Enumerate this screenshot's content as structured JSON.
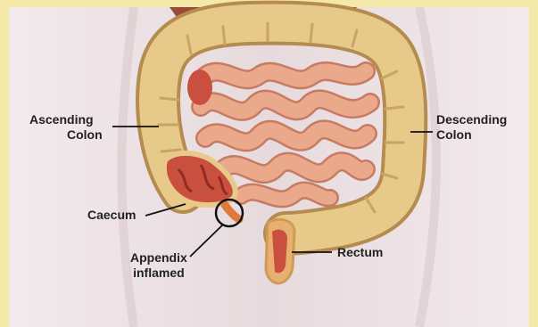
{
  "labels": {
    "ascending_colon": [
      "Ascending",
      "Colon"
    ],
    "descending_colon": [
      "Descending",
      "Colon"
    ],
    "caecum": "Caecum",
    "appendix_inflamed": [
      "Appendix",
      "inflamed"
    ],
    "rectum": "Rectum"
  },
  "colors": {
    "frame_border": "#f4e9a8",
    "skin_background": "#eee4e6",
    "colon": "#e7c98a",
    "small_intestine": "#e9a98a",
    "cut_section": "#c9503e",
    "label_text": "#222222"
  },
  "icons": {
    "inflammation_marker": "circle-outline"
  }
}
